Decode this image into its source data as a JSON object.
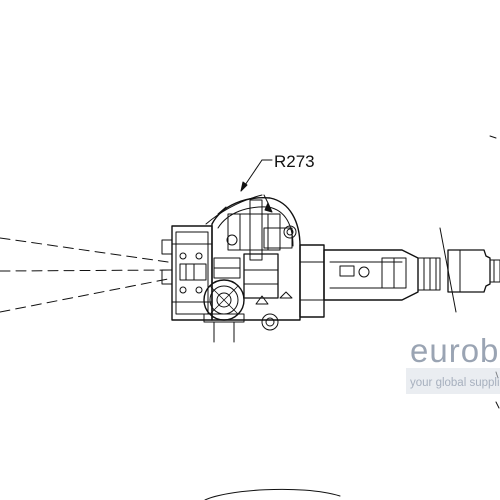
{
  "drawing": {
    "dimension_label": "R273",
    "stroke_color": "#111111",
    "background": "#ffffff"
  },
  "watermark": {
    "name": "eurob",
    "tagline": "your global supplie",
    "name_color": "#9aa4b3",
    "tagline_color": "#a7b0be",
    "bar_color": "#d9dee5"
  }
}
